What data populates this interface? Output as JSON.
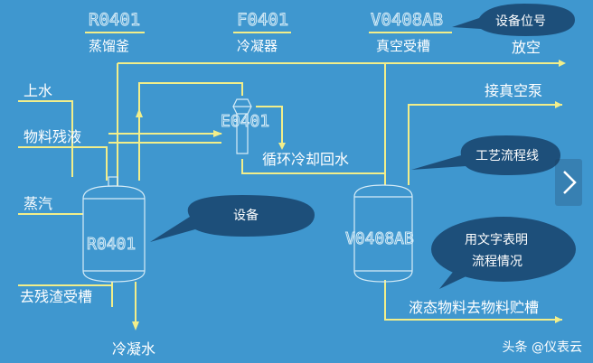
{
  "tags": [
    {
      "code": "R0401",
      "name": "蒸馏釜"
    },
    {
      "code": "F0401",
      "name": "冷凝器"
    },
    {
      "code": "V0408AB",
      "name": "真空受槽"
    }
  ],
  "equipment": {
    "reactor": "R0401",
    "condenser": "E0401",
    "receiver": "V0408AB"
  },
  "streams": {
    "water_in": "上水",
    "residue_feed": "物料残液",
    "steam": "蒸汽",
    "to_residue_tank": "去残渣受槽",
    "condensate": "冷凝水",
    "return_water": "循环冷却回水",
    "vent": "放空",
    "to_vacuum_pump": "接真空泵",
    "liquid_to_storage": "液态物料去物料贮槽"
  },
  "callouts": {
    "tag_position": "设备位号",
    "process_line": "工艺流程线",
    "equipment": "设备",
    "text_desc_line1": "用文字表明",
    "text_desc_line2": "流程情况"
  },
  "watermark": "头条 @仪表云",
  "colors": {
    "background": "#3f97cf",
    "pipe": "#f2ee8a",
    "equipment_outline": "#d6ecf7",
    "callout": "#1d4f7a"
  },
  "icons": {
    "next": "chevron-right-icon"
  }
}
